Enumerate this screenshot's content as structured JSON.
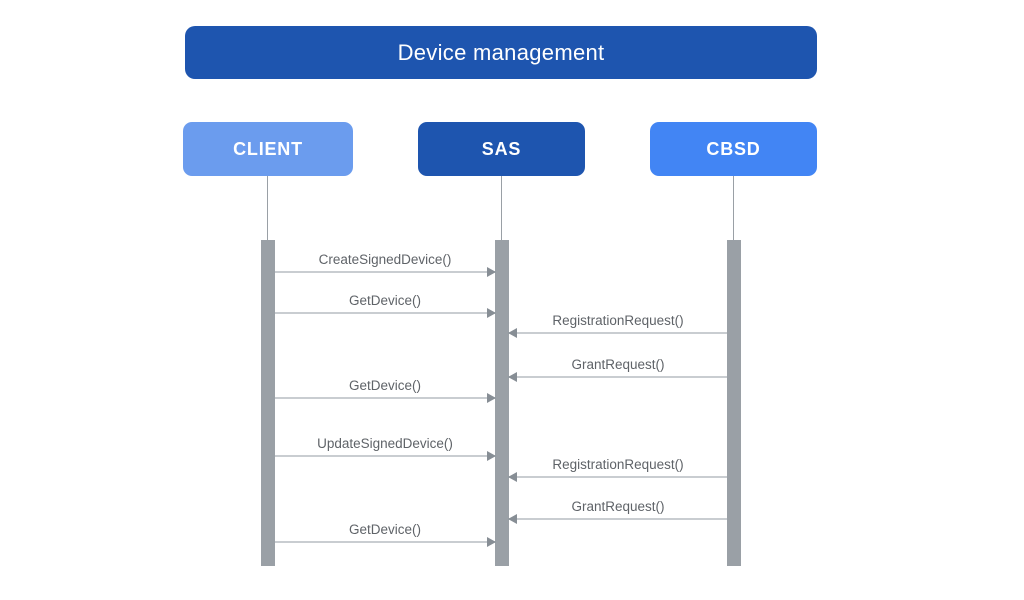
{
  "diagram": {
    "title": "Device management",
    "title_color": "#1E55AF",
    "actors": [
      {
        "id": "client",
        "label": "CLIENT",
        "color": "#6B9CEE"
      },
      {
        "id": "sas",
        "label": "SAS",
        "color": "#1E55AF"
      },
      {
        "id": "cbsd",
        "label": "CBSD",
        "color": "#4285F4"
      }
    ],
    "messages": [
      {
        "label": "CreateSignedDevice()",
        "from": "CLIENT",
        "to": "SAS"
      },
      {
        "label": "GetDevice()",
        "from": "CLIENT",
        "to": "SAS"
      },
      {
        "label": "RegistrationRequest()",
        "from": "CBSD",
        "to": "SAS"
      },
      {
        "label": "GrantRequest()",
        "from": "CBSD",
        "to": "SAS"
      },
      {
        "label": "GetDevice()",
        "from": "CLIENT",
        "to": "SAS"
      },
      {
        "label": "UpdateSignedDevice()",
        "from": "CLIENT",
        "to": "SAS"
      },
      {
        "label": "RegistrationRequest()",
        "from": "CBSD",
        "to": "SAS"
      },
      {
        "label": "GrantRequest()",
        "from": "CBSD",
        "to": "SAS"
      },
      {
        "label": "GetDevice()",
        "from": "CLIENT",
        "to": "SAS"
      }
    ],
    "colors": {
      "lifeline": "#9AA0A6",
      "activation_bar": "#9AA0A6",
      "arrow_line": "#C9CDD1",
      "arrow_head": "#878E95",
      "message_text": "#5F6368"
    }
  }
}
